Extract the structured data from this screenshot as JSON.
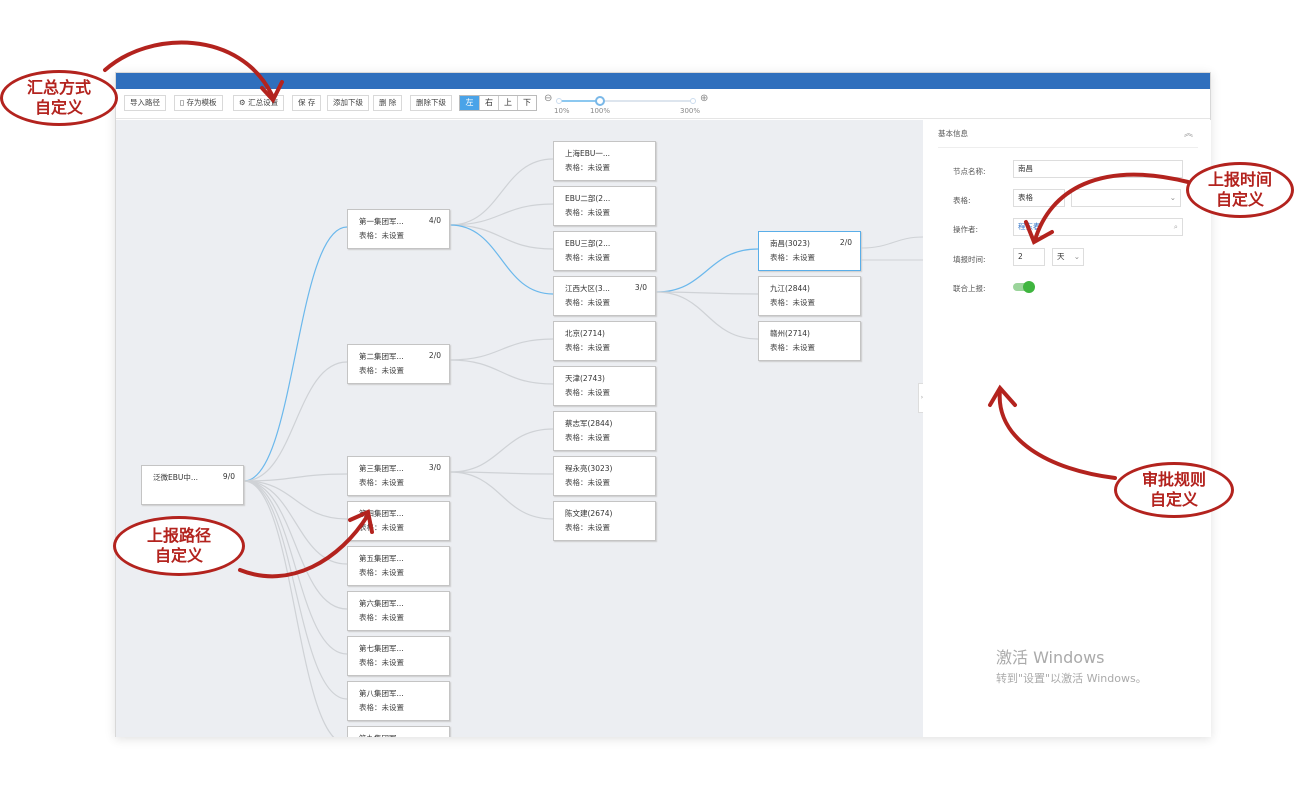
{
  "toolbar": {
    "buttons": [
      "导入路径",
      "存为模板",
      "汇总设置",
      "保 存",
      "添加下级",
      "删 除",
      "删除下级"
    ],
    "direction": [
      "左",
      "右",
      "上",
      "下"
    ],
    "active_direction": "左",
    "zoom": {
      "min": "10%",
      "current": "100%",
      "max": "300%",
      "value_percent": 100
    }
  },
  "tree": {
    "form_label": "表格：",
    "nodes": [
      {
        "id": "root",
        "name": "泛微EBU中...",
        "count": "9/0",
        "form": ""
      },
      {
        "id": "c1",
        "name": "第一集团军...",
        "count": "4/0",
        "form": "未设置"
      },
      {
        "id": "c2",
        "name": "第二集团军...",
        "count": "2/0",
        "form": "未设置"
      },
      {
        "id": "c3",
        "name": "第三集团军...",
        "count": "3/0",
        "form": "未设置"
      },
      {
        "id": "c4",
        "name": "第四集团军...",
        "count": "",
        "form": "未设置"
      },
      {
        "id": "c5",
        "name": "第五集团军...",
        "count": "",
        "form": "未设置"
      },
      {
        "id": "c6",
        "name": "第六集团军...",
        "count": "",
        "form": "未设置"
      },
      {
        "id": "c7",
        "name": "第七集团军...",
        "count": "",
        "form": "未设置"
      },
      {
        "id": "c8",
        "name": "第八集团军...",
        "count": "",
        "form": "未设置"
      },
      {
        "id": "c9",
        "name": "第九集团军...",
        "count": "",
        "form": ""
      },
      {
        "id": "d1",
        "name": "上海EBU一...",
        "count": "",
        "form": "未设置"
      },
      {
        "id": "d2",
        "name": "EBU二部(2...",
        "count": "",
        "form": "未设置"
      },
      {
        "id": "d3",
        "name": "EBU三部(2...",
        "count": "",
        "form": "未设置"
      },
      {
        "id": "d4",
        "name": "江西大区(3...",
        "count": "3/0",
        "form": "未设置"
      },
      {
        "id": "d5",
        "name": "北京(2714)",
        "count": "",
        "form": "未设置"
      },
      {
        "id": "d6",
        "name": "天津(2743)",
        "count": "",
        "form": "未设置"
      },
      {
        "id": "d7",
        "name": "蔡志军(2844)",
        "count": "",
        "form": "未设置"
      },
      {
        "id": "d8",
        "name": "程永亮(3023)",
        "count": "",
        "form": "未设置"
      },
      {
        "id": "d9",
        "name": "陈文建(2674)",
        "count": "",
        "form": "未设置"
      },
      {
        "id": "e1",
        "name": "南昌(3023)",
        "count": "2/0",
        "form": "未设置",
        "selected": true
      },
      {
        "id": "e2",
        "name": "九江(2844)",
        "count": "",
        "form": "未设置"
      },
      {
        "id": "e3",
        "name": "赣州(2714)",
        "count": "",
        "form": "未设置"
      }
    ]
  },
  "panel": {
    "title": "基本信息",
    "node_name_label": "节点名称:",
    "node_name": "南昌",
    "form_label": "表格:",
    "form_type": "表格",
    "form_value": "",
    "operator_label": "操作者:",
    "operator": "程东春",
    "deadline_label": "填报时间:",
    "deadline_value": "2",
    "deadline_unit": "天",
    "joint_label": "联合上报:",
    "joint_on": true
  },
  "annotations": {
    "summary": [
      "汇总方式",
      "自定义"
    ],
    "time": [
      "上报时间",
      "自定义"
    ],
    "path": [
      "上报路径",
      "自定义"
    ],
    "approval": [
      "审批规则",
      "自定义"
    ]
  },
  "watermark": {
    "line1": "激活 Windows",
    "line2": "转到\"设置\"以激活 Windows。"
  },
  "colors": {
    "header": "#2f6fbd",
    "accent": "#4aa3e8",
    "annotation": "#b3231e",
    "toggle": "#3fb53f"
  }
}
